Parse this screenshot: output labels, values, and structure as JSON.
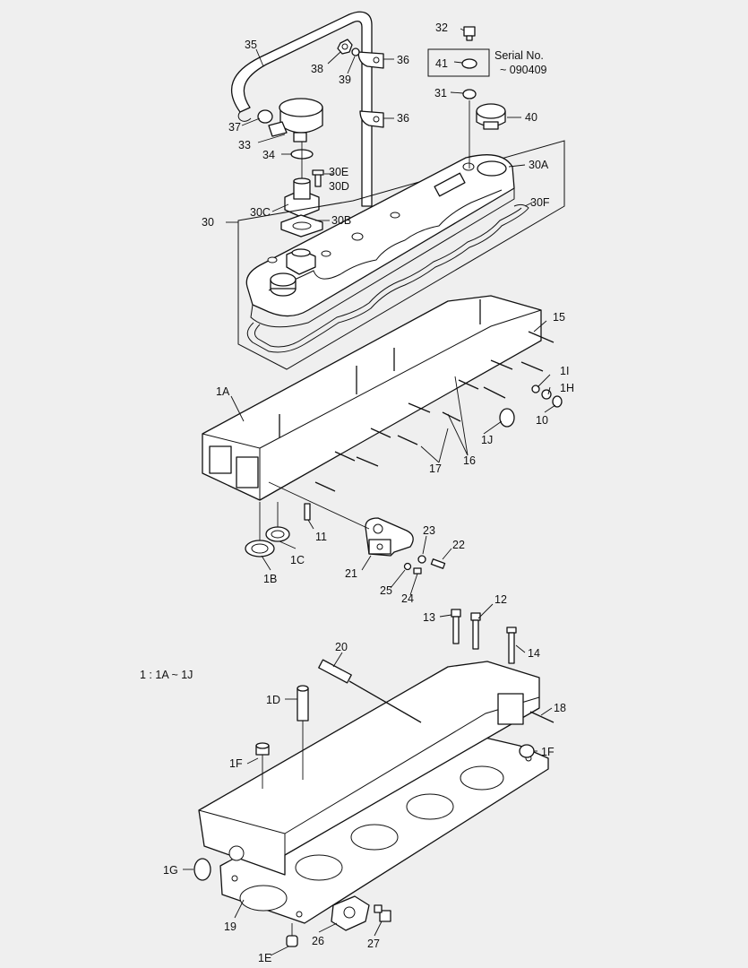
{
  "serial_note": {
    "line1": "Serial No.",
    "line2": "~ 090409",
    "part": "41"
  },
  "group_note": "1 : 1A ~ 1J",
  "labels": [
    {
      "id": "35",
      "text": "35"
    },
    {
      "id": "38",
      "text": "38"
    },
    {
      "id": "39",
      "text": "39"
    },
    {
      "id": "36a",
      "text": "36"
    },
    {
      "id": "36b",
      "text": "36"
    },
    {
      "id": "37",
      "text": "37"
    },
    {
      "id": "33",
      "text": "33"
    },
    {
      "id": "34",
      "text": "34"
    },
    {
      "id": "30E",
      "text": "30E"
    },
    {
      "id": "30D",
      "text": "30D"
    },
    {
      "id": "30C",
      "text": "30C"
    },
    {
      "id": "30B",
      "text": "30B"
    },
    {
      "id": "30",
      "text": "30"
    },
    {
      "id": "32",
      "text": "32"
    },
    {
      "id": "31",
      "text": "31"
    },
    {
      "id": "40",
      "text": "40"
    },
    {
      "id": "30A",
      "text": "30A"
    },
    {
      "id": "30F",
      "text": "30F"
    },
    {
      "id": "15",
      "text": "15"
    },
    {
      "id": "1I",
      "text": "1I"
    },
    {
      "id": "1H",
      "text": "1H"
    },
    {
      "id": "10",
      "text": "10"
    },
    {
      "id": "1J",
      "text": "1J"
    },
    {
      "id": "16",
      "text": "16"
    },
    {
      "id": "17",
      "text": "17"
    },
    {
      "id": "1A",
      "text": "1A"
    },
    {
      "id": "11",
      "text": "11"
    },
    {
      "id": "1C",
      "text": "1C"
    },
    {
      "id": "1B",
      "text": "1B"
    },
    {
      "id": "21",
      "text": "21"
    },
    {
      "id": "23",
      "text": "23"
    },
    {
      "id": "22",
      "text": "22"
    },
    {
      "id": "25",
      "text": "25"
    },
    {
      "id": "24",
      "text": "24"
    },
    {
      "id": "13",
      "text": "13"
    },
    {
      "id": "12",
      "text": "12"
    },
    {
      "id": "14",
      "text": "14"
    },
    {
      "id": "20",
      "text": "20"
    },
    {
      "id": "18",
      "text": "18"
    },
    {
      "id": "1D",
      "text": "1D"
    },
    {
      "id": "1F_right",
      "text": "1F"
    },
    {
      "id": "1F_left",
      "text": "1F"
    },
    {
      "id": "1G",
      "text": "1G"
    },
    {
      "id": "19",
      "text": "19"
    },
    {
      "id": "26",
      "text": "26"
    },
    {
      "id": "27",
      "text": "27"
    },
    {
      "id": "1E",
      "text": "1E"
    }
  ]
}
